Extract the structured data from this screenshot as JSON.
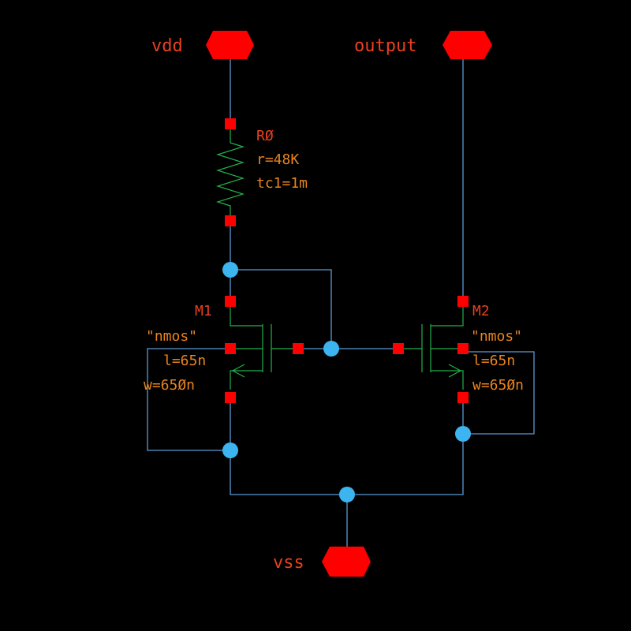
{
  "colors": {
    "background": "#000000",
    "wire": "#5b9bd5",
    "device": "#22b14c",
    "pin": "#ff0000",
    "label": "#e8401e",
    "param": "#e8841e",
    "node": "#3cb4f0"
  },
  "pins": {
    "vdd": "vdd",
    "output": "output",
    "vss": "vss"
  },
  "resistor": {
    "name": "RØ",
    "r": "r=48K",
    "tc1": "tc1=1m"
  },
  "m1": {
    "name": "M1",
    "model": "\"nmos\"",
    "l": "l=65n",
    "w": "w=65Øn"
  },
  "m2": {
    "name": "M2",
    "model": "\"nmos\"",
    "l": "l=65n",
    "w": "w=65Øn"
  }
}
